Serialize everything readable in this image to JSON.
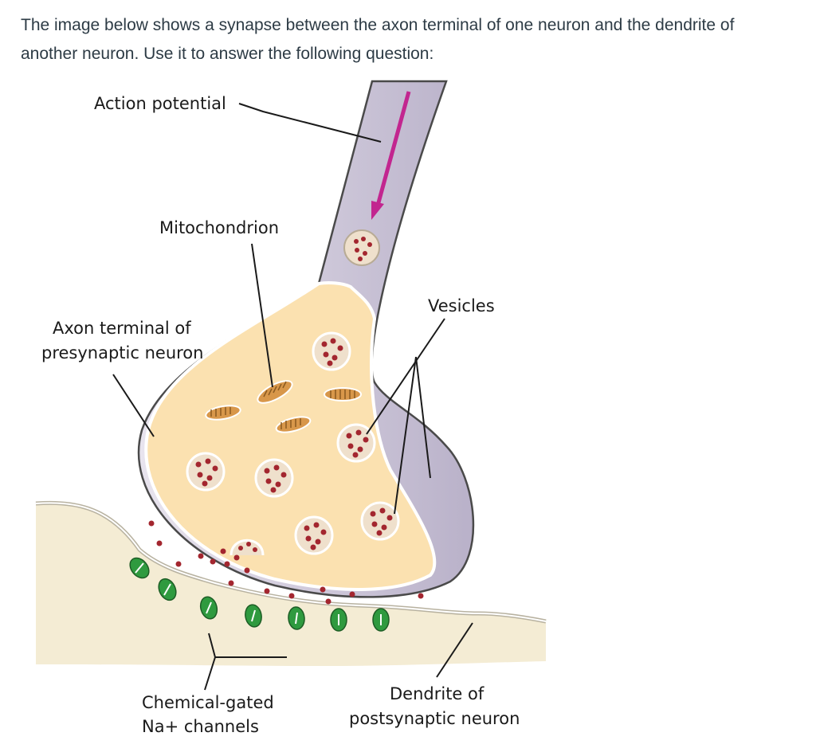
{
  "question": {
    "line1": "The image below shows a synapse between the axon terminal of one neuron and the dendrite of",
    "line2": "another neuron.  Use it to answer the following question:"
  },
  "diagram": {
    "labels": {
      "action_potential": "Action potential",
      "mitochondrion": "Mitochondrion",
      "axon_terminal_line1": "Axon terminal of",
      "axon_terminal_line2": "presynaptic neuron",
      "vesicles": "Vesicles",
      "channels_line1": "Chemical-gated",
      "channels_line2": "Na+ channels",
      "dendrite_line1": "Dendrite of",
      "dendrite_line2": "postsynaptic neuron"
    },
    "colors": {
      "cytoplasm": "#fbe1b0",
      "membrane_shade": "#c9c3d6",
      "dendrite_fill": "#f4ecd4",
      "vesicle_fill": "#efe0cc",
      "neurotransmitter": "#a3262f",
      "mitochondrion": "#d8974a",
      "channel": "#2f9a3f",
      "arrow": "#c2268f"
    }
  }
}
